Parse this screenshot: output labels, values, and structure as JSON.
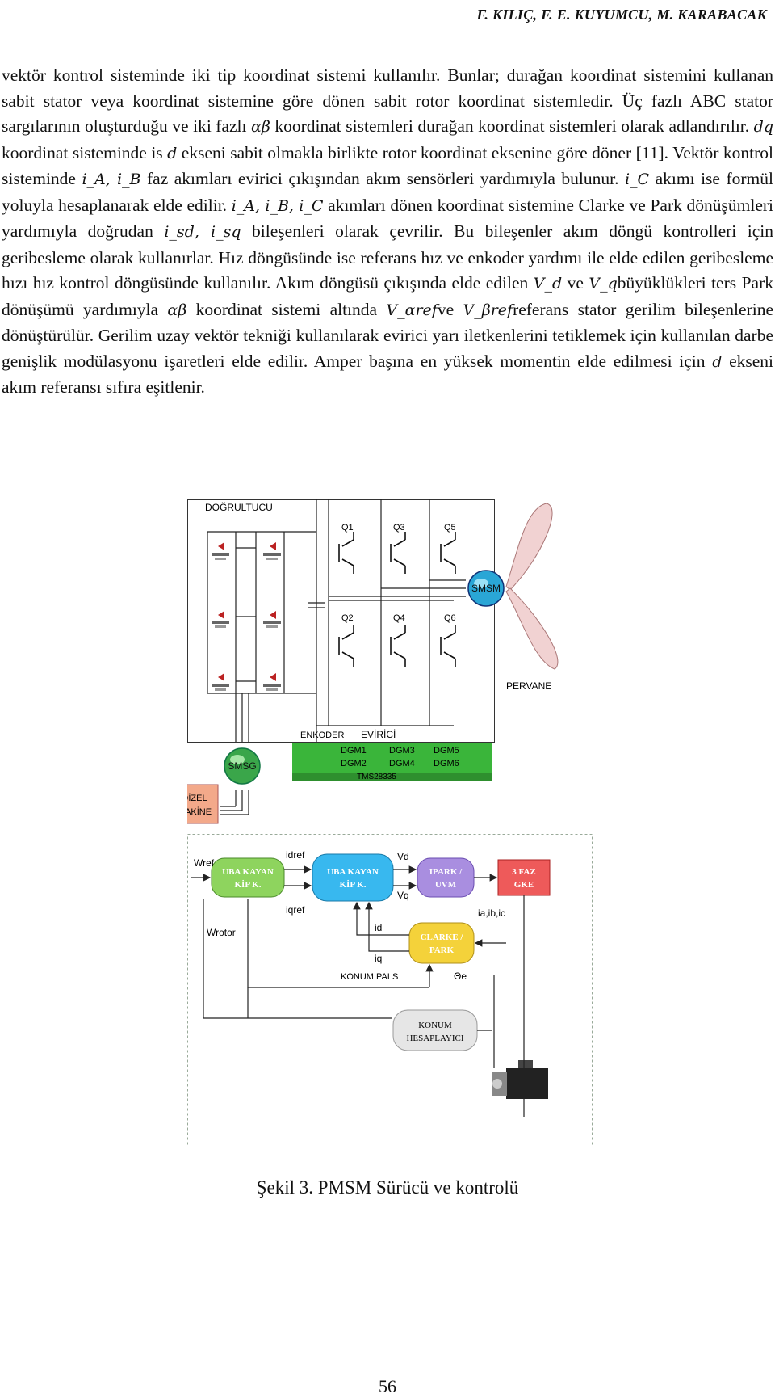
{
  "header": {
    "authors": "F. KILIÇ, F. E. KUYUMCU, M. KARABACAK"
  },
  "paragraph": [
    "vektör kontrol sisteminde iki tip koordinat sistemi kullanılır. Bunlar; durağan koordinat sistemini kullanan sabit stator veya koordinat sistemine göre dönen sabit rotor koordinat sistemledir. Üç fazlı ABC stator sargılarının oluşturduğu ve iki fazlı ",
    "αβ",
    " koordinat sistemleri durağan koordinat sistemleri olarak adlandırılır. ",
    "dq",
    " koordinat sisteminde is ",
    "d",
    " ekseni sabit olmakla birlikte rotor koordinat eksenine göre döner [11]. Vektör kontrol sisteminde ",
    "i_A, i_B",
    " faz akımları evirici çıkışından akım sensörleri yardımıyla bulunur. ",
    "i_C",
    " akımı ise formül yoluyla hesaplanarak elde edilir. ",
    "i_A, i_B, i_C",
    " akımları dönen koordinat sistemine Clarke ve Park dönüşümleri yardımıyla doğrudan ",
    "i_sd, i_sq",
    " bileşenleri olarak çevrilir. Bu bileşenler akım döngü kontrolleri için geribesleme olarak kullanırlar. Hız döngüsünde ise referans hız ve enkoder yardımı ile elde edilen geribesleme hızı hız kontrol döngüsünde kullanılır. Akım döngüsü çıkışında elde edilen ",
    "V_d",
    " ve ",
    "V_q",
    "büyüklükleri ters Park dönüşümü yardımıyla ",
    "αβ",
    " koordinat sistemi altında ",
    "V_αref",
    "ve ",
    "V_βref",
    "referans stator gerilim bileşenlerine dönüştürülür. Gerilim uzay vektör tekniği kullanılarak evirici yarı iletkenlerini tetiklemek için kullanılan darbe genişlik modülasyonu işaretleri elde edilir. Amper başına en yüksek momentin elde edilmesi için ",
    "d",
    " ekseni akım referansı sıfıra eşitlenir."
  ],
  "power_circuit": {
    "rectifier_label": "DOĞRULTUCU",
    "switches": [
      "Q1",
      "Q3",
      "Q5",
      "Q2",
      "Q4",
      "Q6"
    ],
    "motor_label": "SMSM",
    "propeller_label": "PERVANE",
    "encoder_label": "ENKODER",
    "inverter_label": "EVİRİCİ",
    "gate_signals": [
      "DGM1",
      "DGM3",
      "DGM5",
      "DGM2",
      "DGM4",
      "DGM6"
    ],
    "dsp_label": "TMS28335",
    "generator_label": "SMSG",
    "diesel_label_1": "DİZEL",
    "diesel_label_2": "MAKİNE"
  },
  "control_diagram": {
    "speed_ctrl": [
      "UBA KAYAN",
      "KİP K."
    ],
    "current_ctrl": [
      "UBA KAYAN",
      "KİP K."
    ],
    "ipark": [
      "IPARK /",
      "UVM"
    ],
    "gke": [
      "3 FAZ",
      "GKE"
    ],
    "clarke": [
      "CLARKE /",
      "PARK"
    ],
    "position": [
      "KONUM",
      "HESAPLAYICI"
    ],
    "signals": {
      "wref": "Wref",
      "idref": "idref",
      "iqref": "iqref",
      "vd": "Vd",
      "vq": "Vq",
      "wrotor": "Wrotor",
      "id": "id",
      "iq": "iq",
      "iabc": "ia,ib,ic",
      "pulse": "KONUM PALS",
      "theta": "Θe"
    }
  },
  "caption": "Şekil 3. PMSM Sürücü ve kontrolü",
  "page_number": "56"
}
